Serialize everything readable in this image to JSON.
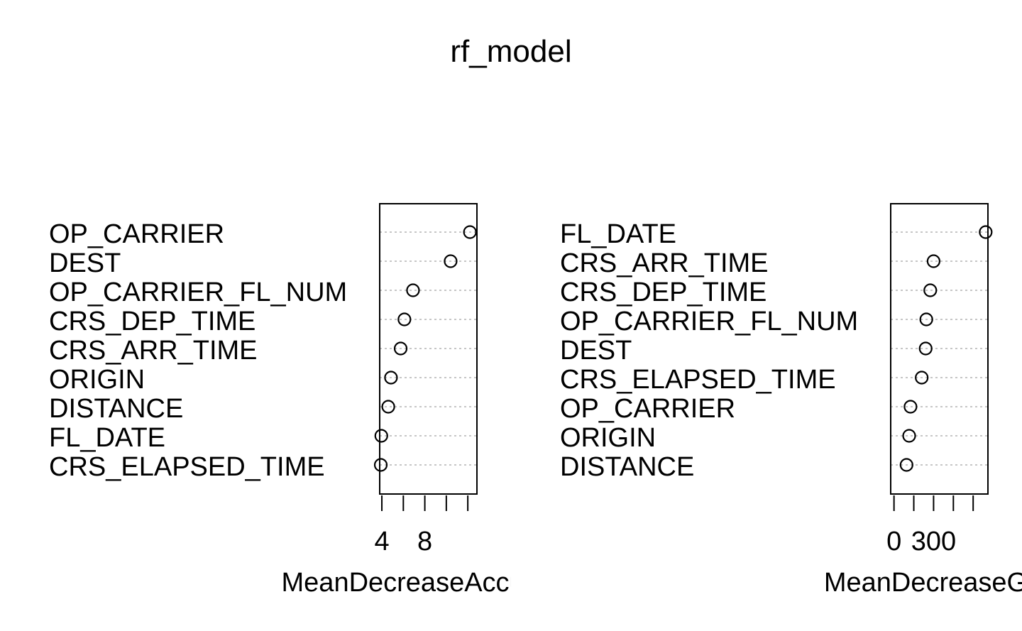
{
  "title": "rf_model",
  "chart_data": [
    {
      "type": "dotchart",
      "xlabel": "MeanDecreaseAccuracy",
      "xticks": [
        4,
        6,
        8,
        10,
        12
      ],
      "xtick_labels": [
        "4",
        "",
        "8",
        "",
        ""
      ],
      "xlim": [
        3.8,
        12.85
      ],
      "grid": true,
      "categories": [
        "OP_CARRIER",
        "DEST",
        "OP_CARRIER_FL_NUM",
        "CRS_DEP_TIME",
        "CRS_ARR_TIME",
        "ORIGIN",
        "DISTANCE",
        "FL_DATE",
        "CRS_ELAPSED_TIME"
      ],
      "values": [
        12.2,
        10.4,
        6.9,
        6.1,
        5.75,
        4.85,
        4.6,
        3.95,
        3.9
      ]
    },
    {
      "type": "dotchart",
      "xlabel": "MeanDecreaseGini",
      "xticks": [
        0,
        150,
        300,
        450,
        600
      ],
      "xtick_labels": [
        "0",
        "",
        "300",
        "",
        ""
      ],
      "xlim": [
        -25,
        712
      ],
      "grid": true,
      "categories": [
        "FL_DATE",
        "CRS_ARR_TIME",
        "CRS_DEP_TIME",
        "OP_CARRIER_FL_NUM",
        "DEST",
        "CRS_ELAPSED_TIME",
        "OP_CARRIER",
        "ORIGIN",
        "DISTANCE"
      ],
      "values": [
        695,
        300,
        275,
        245,
        240,
        210,
        125,
        115,
        95
      ]
    }
  ]
}
